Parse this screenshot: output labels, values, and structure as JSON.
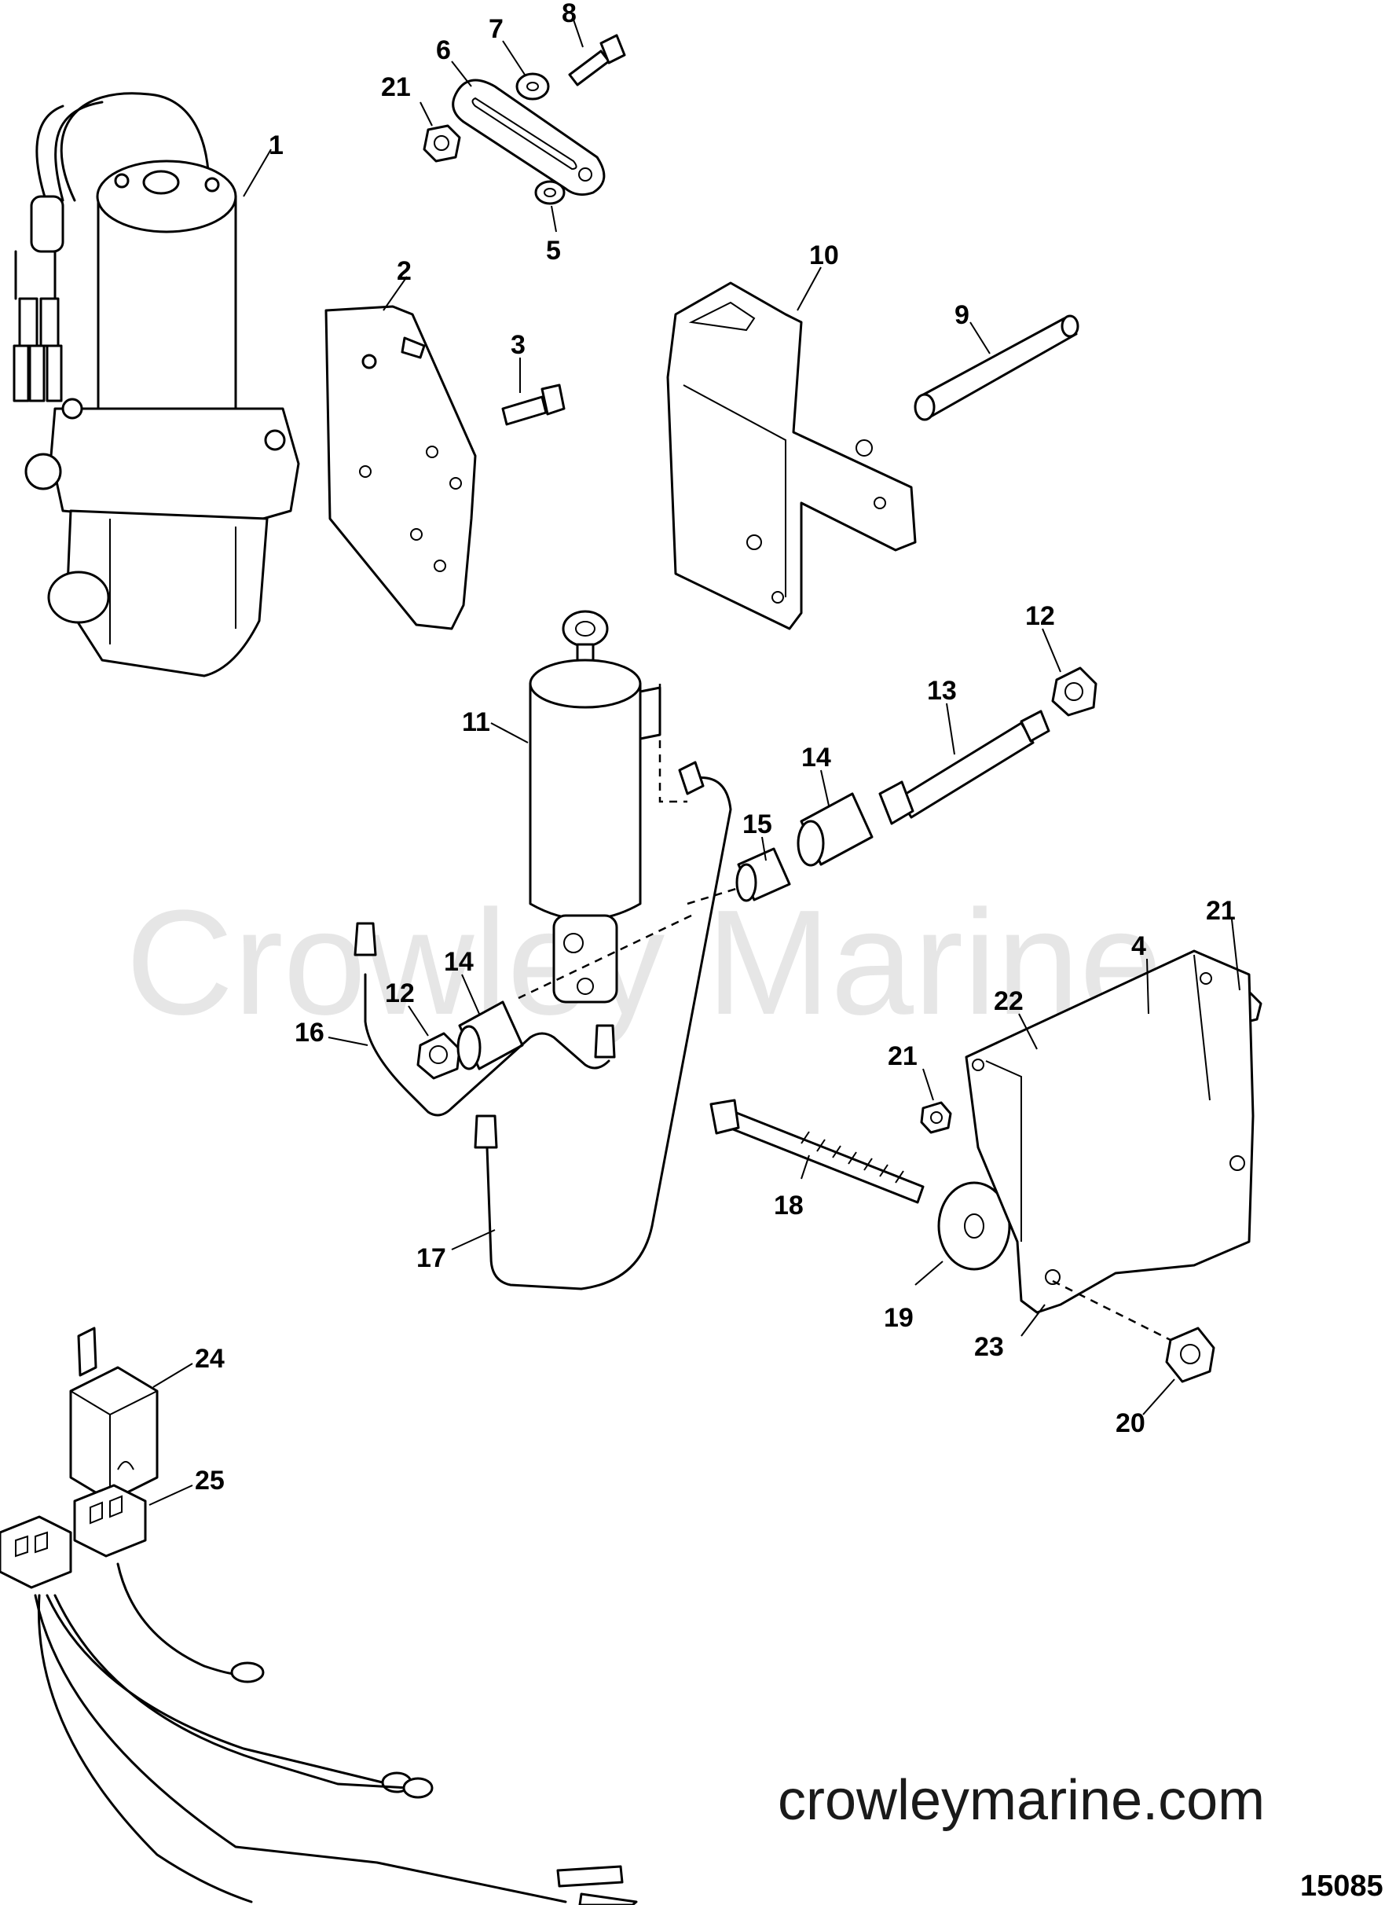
{
  "watermark": "Crowley Marine",
  "website": "crowleymarine.com",
  "figure_number": "15085",
  "callouts": [
    {
      "id": "c1",
      "label": "1"
    },
    {
      "id": "c2",
      "label": "2"
    },
    {
      "id": "c3",
      "label": "3"
    },
    {
      "id": "c4",
      "label": "4"
    },
    {
      "id": "c5",
      "label": "5"
    },
    {
      "id": "c6",
      "label": "6"
    },
    {
      "id": "c7",
      "label": "7"
    },
    {
      "id": "c8",
      "label": "8"
    },
    {
      "id": "c9",
      "label": "9"
    },
    {
      "id": "c10",
      "label": "10"
    },
    {
      "id": "c11",
      "label": "11"
    },
    {
      "id": "c12a",
      "label": "12"
    },
    {
      "id": "c12b",
      "label": "12"
    },
    {
      "id": "c13",
      "label": "13"
    },
    {
      "id": "c14a",
      "label": "14"
    },
    {
      "id": "c14b",
      "label": "14"
    },
    {
      "id": "c15",
      "label": "15"
    },
    {
      "id": "c16",
      "label": "16"
    },
    {
      "id": "c17",
      "label": "17"
    },
    {
      "id": "c18",
      "label": "18"
    },
    {
      "id": "c19",
      "label": "19"
    },
    {
      "id": "c20",
      "label": "20"
    },
    {
      "id": "c21a",
      "label": "21"
    },
    {
      "id": "c21b",
      "label": "21"
    },
    {
      "id": "c21c",
      "label": "21"
    },
    {
      "id": "c22",
      "label": "22"
    },
    {
      "id": "c23",
      "label": "23"
    },
    {
      "id": "c24",
      "label": "24"
    },
    {
      "id": "c25",
      "label": "25"
    }
  ]
}
